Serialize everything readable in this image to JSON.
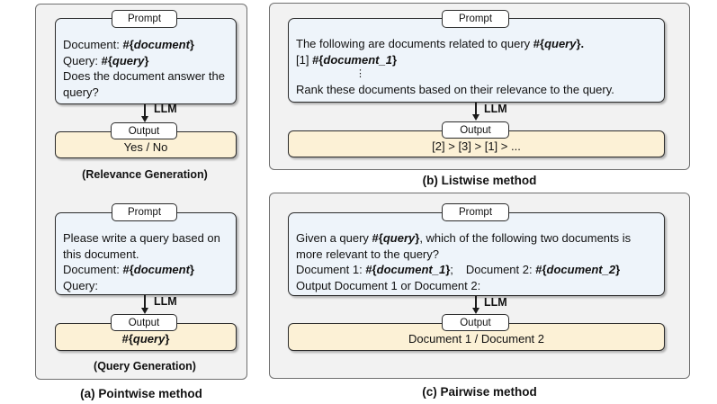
{
  "pointwise": {
    "relevance": {
      "prompt_tag": "Prompt",
      "doc_label": "Document: ",
      "doc_ph_open": "#{",
      "doc_ph_name": "document",
      "ph_close": "}",
      "query_label": "Query: ",
      "query_ph_open": "#{",
      "query_ph_name": "query",
      "question_1": "Does the document answer the",
      "question_2": "query?",
      "llm": "LLM",
      "output_tag": "Output",
      "output": "Yes / No",
      "caption": "(Relevance Generation)"
    },
    "query_gen": {
      "prompt_tag": "Prompt",
      "line_1": "Please write a query based on",
      "line_2": "this document.",
      "doc_label": "Document: ",
      "doc_ph_open": "#{",
      "doc_ph_name": "document",
      "ph_close": "}",
      "query_label": "Query:",
      "llm": "LLM",
      "output_tag": "Output",
      "output_ph_open": "#{",
      "output_ph_name": "query",
      "caption": "(Query Generation)"
    },
    "caption": "(a) Pointwise method"
  },
  "listwise": {
    "prompt_tag": "Prompt",
    "line_1": "The following are documents related to query ",
    "line_1_ph_open": "#{",
    "line_1_ph_name": "query",
    "line_1_ph_close": "}.",
    "item_prefix": "[1] ",
    "item_ph_open": "#{",
    "item_ph_name": "document_1",
    "ph_close": "}",
    "ellipsis": "⋮",
    "line_last": "Rank these documents based on their relevance to the query.",
    "llm": "LLM",
    "output_tag": "Output",
    "output": "[2] > [3] > [1] > ...",
    "caption": "(b) Listwise method"
  },
  "pairwise": {
    "prompt_tag": "Prompt",
    "line_1_pre": "Given a query ",
    "line_1_ph_open": "#{",
    "line_1_ph_name": "query",
    "ph_close": "}",
    "line_1_post": ", which of the following two documents is",
    "line_2": "more relevant to the query?",
    "doc1_label": "Document 1: ",
    "doc1_ph_open": "#{",
    "doc1_ph_name": "document_1",
    "doc1_post": ";",
    "doc2_label": "Document 2: ",
    "doc2_ph_open": "#{",
    "doc2_ph_name": "document_2",
    "line_4": "Output Document 1 or Document 2:",
    "llm": "LLM",
    "output_tag": "Output",
    "output": "Document 1 / Document 2",
    "caption": "(c) Pairwise method"
  }
}
